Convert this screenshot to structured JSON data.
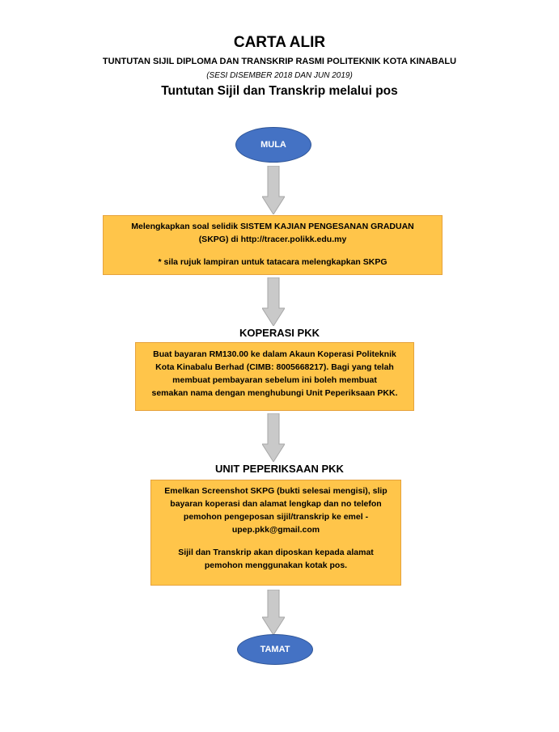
{
  "header": {
    "title": "CARTA ALIR",
    "subtitle": "TUNTUTAN SIJIL DIPLOMA DAN TRANSKRIP RASMI POLITEKNIK KOTA KINABALU",
    "session": "(SESI DISEMBER 2018 DAN JUN 2019)",
    "heading": "Tuntutan Sijil dan Transkrip melalui pos"
  },
  "flow": {
    "start": "MULA",
    "step1": {
      "line1": "Melengkapkan soal selidik SISTEM KAJIAN PENGESANAN GRADUAN",
      "line2": "(SKPG) di http://tracer.polikk.edu.my",
      "note": "* sila rujuk lampiran untuk tatacara melengkapkan SKPG"
    },
    "step2": {
      "label": "KOPERASI PKK",
      "line1": "Buat bayaran RM130.00 ke dalam Akaun Koperasi Politeknik",
      "line2": "Kota Kinabalu Berhad (CIMB: 8005668217). Bagi yang telah",
      "line3": "membuat pembayaran sebelum ini boleh membuat",
      "line4": "semakan nama dengan menghubungi Unit Peperiksaan PKK."
    },
    "step3": {
      "label": "UNIT PEPERIKSAAN PKK",
      "line1": "Emelkan Screenshot SKPG (bukti selesai mengisi), slip",
      "line2": "bayaran koperasi dan alamat lengkap dan no telefon",
      "line3": "pemohon pengeposan sijil/transkrip ke emel -",
      "line4": "upep.pkk@gmail.com",
      "line5": "Sijil dan Transkrip akan diposkan kepada alamat",
      "line6": "pemohon menggunakan kotak pos."
    },
    "end": "TAMAT"
  },
  "colors": {
    "terminator_fill": "#4472c4",
    "process_fill": "#ffc54a",
    "arrow_fill": "#c9c9c9"
  }
}
